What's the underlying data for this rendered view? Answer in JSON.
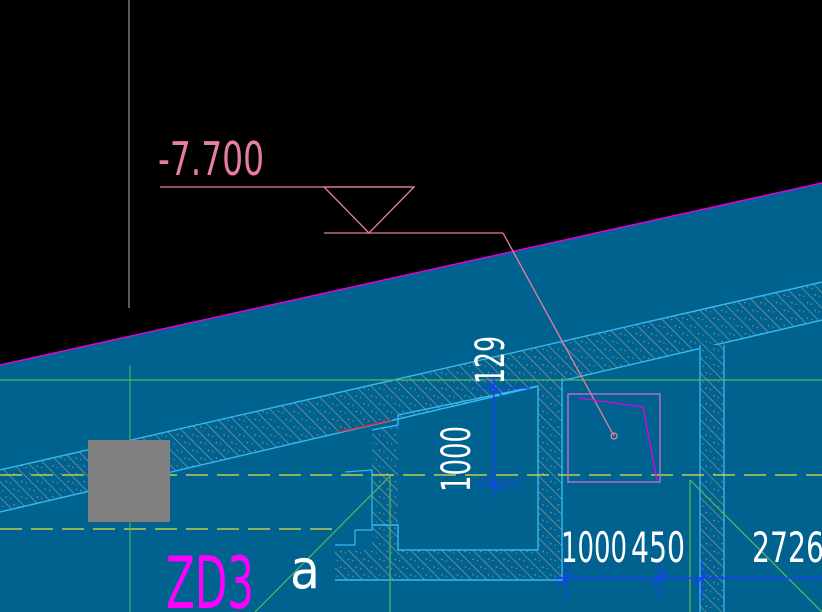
{
  "drawing": {
    "elevation_label": "-7.700",
    "dims": {
      "top": "129",
      "vertical": "1000",
      "bottom_left": "1000",
      "bottom_mid": "450",
      "bottom_right": "2726"
    },
    "column_tag": "ZD3",
    "section_letter": "a"
  },
  "colors": {
    "background": "#000000",
    "fill_blue": "#00628F",
    "hatch": "#9A9A9A",
    "outline_cyan": "#38B8F0",
    "magenta": "#E000E0",
    "elevation_pink": "#E87E9E",
    "dim_blue": "#1A3DFF",
    "grid_green": "#57B957",
    "axis_yellow": "#E7E047",
    "gray_block": "#808080"
  }
}
